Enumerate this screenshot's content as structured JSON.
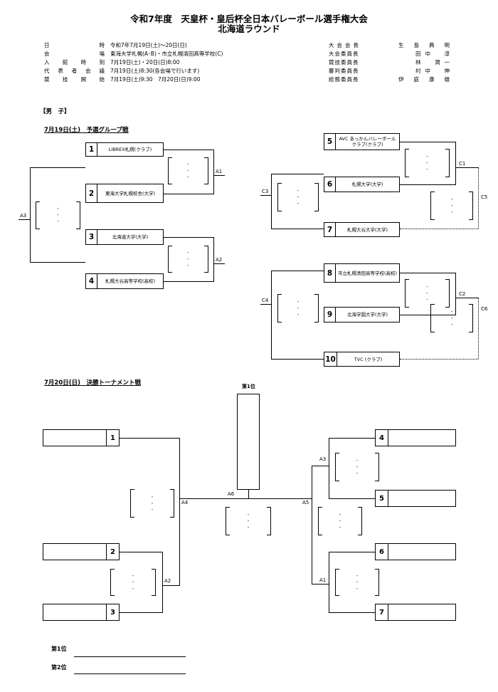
{
  "title": {
    "line1": "令和7年度　天皇杯・皇后杯全日本バレーボール選手権大会",
    "line2": "北海道ラウンド"
  },
  "info_left": [
    {
      "label": "日時",
      "value": "令和7年7月19日(土)～20日(日)"
    },
    {
      "label": "会場",
      "value": "東海大学札幌(A･B)・市立札幌清田高等学校(C)"
    },
    {
      "label": "入館時刻",
      "value": "7月19日(土)・20日(日)8:00"
    },
    {
      "label": "代表者会議",
      "value": "7月19日(土)8:30(各会場で行います)"
    },
    {
      "label": "競技開始",
      "value": "7月19日(土)9:30　7月20日(日)9:00"
    }
  ],
  "info_right": [
    {
      "role": "大会会長",
      "name": "生島典明"
    },
    {
      "role": "大会委員長",
      "name": "田中　淳"
    },
    {
      "role": "競技委員長",
      "name": "林　潤一"
    },
    {
      "role": "審判委員長",
      "name": "村中　伸"
    },
    {
      "role": "総務委員長",
      "name": "伊庭康雄"
    }
  ],
  "category": "【男　子】",
  "day1": {
    "heading": "7月19日(土)　予選グループ戦",
    "teams": [
      {
        "num": "1",
        "name": "LIBREX札幌(クラブ)"
      },
      {
        "num": "2",
        "name": "東海大学札幌校舎(大学)"
      },
      {
        "num": "3",
        "name": "北海道大学(大学)"
      },
      {
        "num": "4",
        "name": "札幌大谷高等学校(高校)"
      },
      {
        "num": "5",
        "name": "AVC あっかんバレーボールクラブ(クラブ)"
      },
      {
        "num": "6",
        "name": "札幌大学(大学)"
      },
      {
        "num": "7",
        "name": "札幌大谷大学(大学)"
      },
      {
        "num": "8",
        "name": "市立札幌清田高等学校(高校)"
      },
      {
        "num": "9",
        "name": "北海学園大学(大学)"
      },
      {
        "num": "10",
        "name": "TVC (クラブ)"
      }
    ],
    "matches": {
      "A1": "A1",
      "A2": "A2",
      "A3": "A3",
      "C1": "C1",
      "C2": "C2",
      "C3": "C3",
      "C4": "C4",
      "C5": "C5",
      "C6": "C6"
    }
  },
  "score_mark": "-",
  "day2": {
    "heading": "7月20日(日)　決勝トーナメント戦",
    "first_place_label": "第1位",
    "slots": [
      "1",
      "2",
      "3",
      "4",
      "5",
      "6",
      "7"
    ],
    "matches": {
      "A1": "A1",
      "A2": "A2",
      "A3": "A3",
      "A4": "A4",
      "A5": "A5",
      "A6": "A6"
    }
  },
  "results": {
    "first": "第1位",
    "second": "第2位"
  }
}
